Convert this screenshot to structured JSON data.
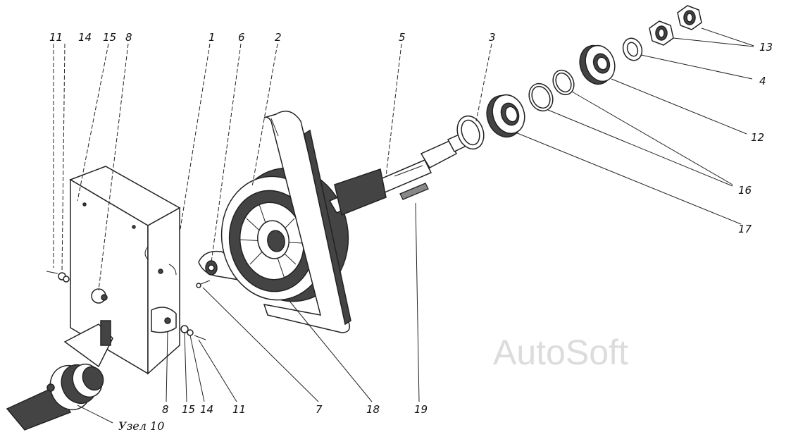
{
  "callouts": {
    "c11a": "11",
    "c14a": "14",
    "c15a": "15",
    "c8a": "8",
    "c1": "1",
    "c6": "6",
    "c2": "2",
    "c5": "5",
    "c3": "3",
    "c13": "13",
    "c4": "4",
    "c12": "12",
    "c16": "16",
    "c17": "17",
    "c8b": "8",
    "c15b": "15",
    "c14b": "14",
    "c11b": "11",
    "c7": "7",
    "c18": "18",
    "c19": "19"
  },
  "caption": "Узел 10",
  "watermark": "AutoSoft"
}
